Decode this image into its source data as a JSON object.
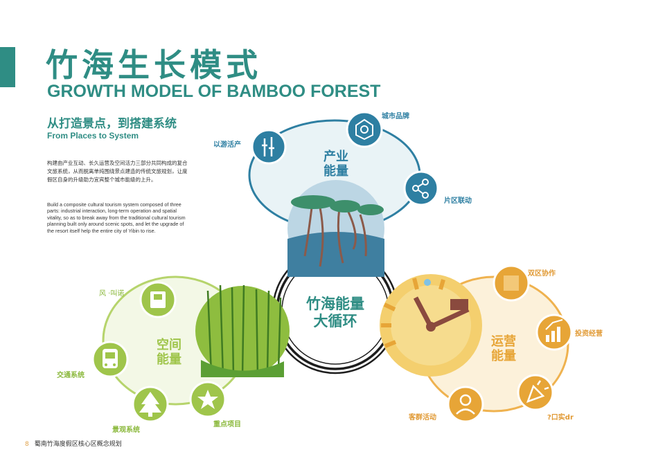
{
  "header": {
    "title_cn": "竹海生长模式",
    "title_en": "GROWTH MODEL OF BAMBOO FOREST",
    "subtitle_cn": "从打造景点，到搭建系统",
    "subtitle_en": "From Places to System"
  },
  "description": {
    "cn": "构建由产业互动、长久运营及空间活力三部分共同构成的复合文旅系统，从而脱离单纯围绕景点建造的传统文旅规划，让度假区自身的升级助力宜宾整个城市能级的上升。",
    "en": "Build a composite cultural tourism system composed of three parts: industrial interaction, long-term operation and spatial vitality, so as to break away from the traditional cultural tourism planning built only around scenic spots, and let the upgrade of the resort itself help the entire city of Yibin to rise."
  },
  "diagram": {
    "center": {
      "line1": "竹海能量",
      "line2": "大循环"
    },
    "industry": {
      "line1": "产业",
      "line2": "能量",
      "nodes": {
        "tourism_products": "以游活产",
        "city_brand": "城市品牌",
        "district_linkage": "片区联动"
      }
    },
    "operation": {
      "line1": "运营",
      "line2": "能量",
      "nodes": {
        "dual_district": "双区协作",
        "investment": "投资经营",
        "events": "?口实dr",
        "visitor_activities": "客群活动"
      }
    },
    "space": {
      "line1": "空间",
      "line2": "能量",
      "nodes": {
        "style": "风 ·叫诺",
        "transport": "交通系统",
        "landscape": "景观系统",
        "key_projects": "重点项目"
      }
    }
  },
  "colors": {
    "teal": "#2f8d84",
    "blue": "#2e7fa2",
    "green": "#8ab83b",
    "orange": "#e19a35"
  },
  "footer": {
    "page": "8",
    "text": "蜀南竹海度假区核心区概念规划"
  }
}
